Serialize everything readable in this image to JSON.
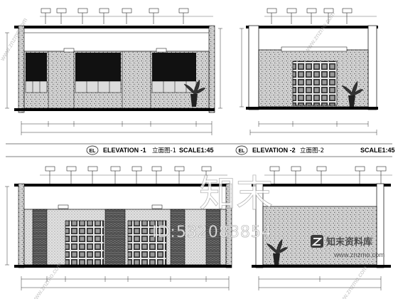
{
  "sheet": {
    "elevations": [
      {
        "code": "EL",
        "name": "ELEVATION -1",
        "cn": "立面图-1",
        "scale": "SCALE1:45"
      },
      {
        "code": "EL",
        "name": "ELEVATION -2",
        "cn": "立面图-2",
        "scale": "SCALE1:45"
      }
    ]
  },
  "watermark": {
    "logo_text": "知末",
    "id_text": "ID:532083854",
    "site_name": "知末资料库",
    "site_url": "www.znzmo.com",
    "diagonal": "www.znzmo.com"
  },
  "colors": {
    "line": "#000000",
    "texture": "#8a8a8a",
    "window": "#111111",
    "background": "#ffffff"
  }
}
